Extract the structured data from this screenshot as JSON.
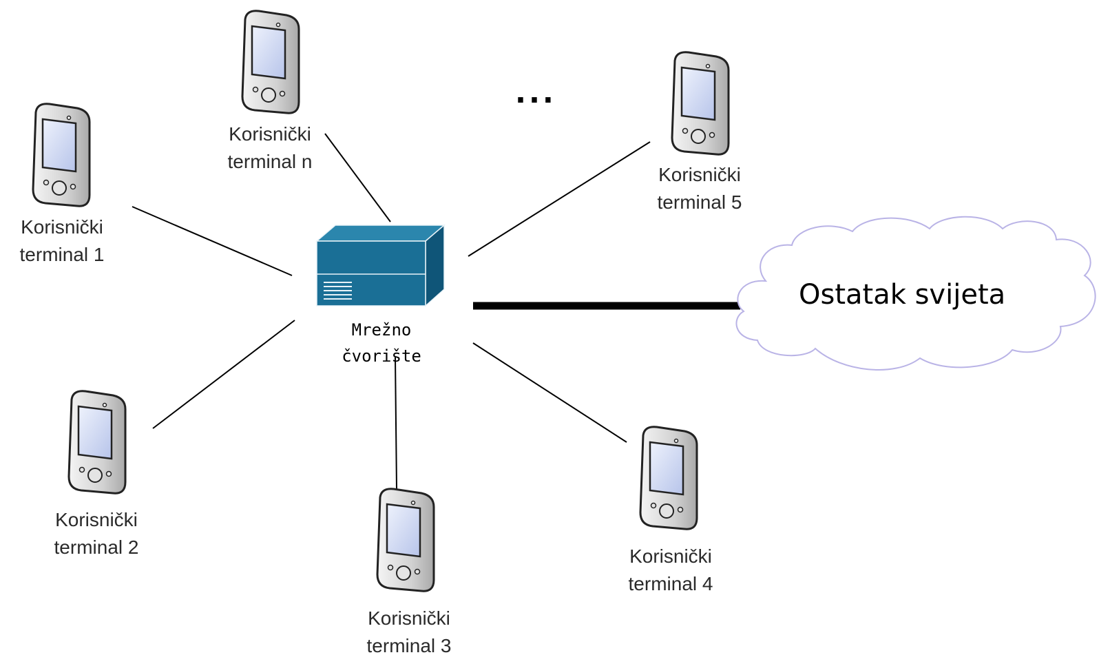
{
  "hub": {
    "line1": "Mrežno",
    "line2": "čvorište"
  },
  "cloud": {
    "label": "Ostatak svijeta"
  },
  "ellipsis": "...",
  "terminals": [
    {
      "line1": "Korisnički",
      "line2": "terminal n"
    },
    {
      "line1": "Korisnički",
      "line2": "terminal 1"
    },
    {
      "line1": "Korisnički",
      "line2": "terminal 2"
    },
    {
      "line1": "Korisnički",
      "line2": "terminal 3"
    },
    {
      "line1": "Korisnički",
      "line2": "terminal 4"
    },
    {
      "line1": "Korisnički",
      "line2": "terminal 5"
    }
  ],
  "colors": {
    "hub_front": "#1a6f96",
    "hub_top": "#2b86ad",
    "hub_side": "#0f5578",
    "cloud_stroke": "#b9b3e6",
    "device_body": "#d2d2d2",
    "device_screen": "#c9d3f2"
  }
}
